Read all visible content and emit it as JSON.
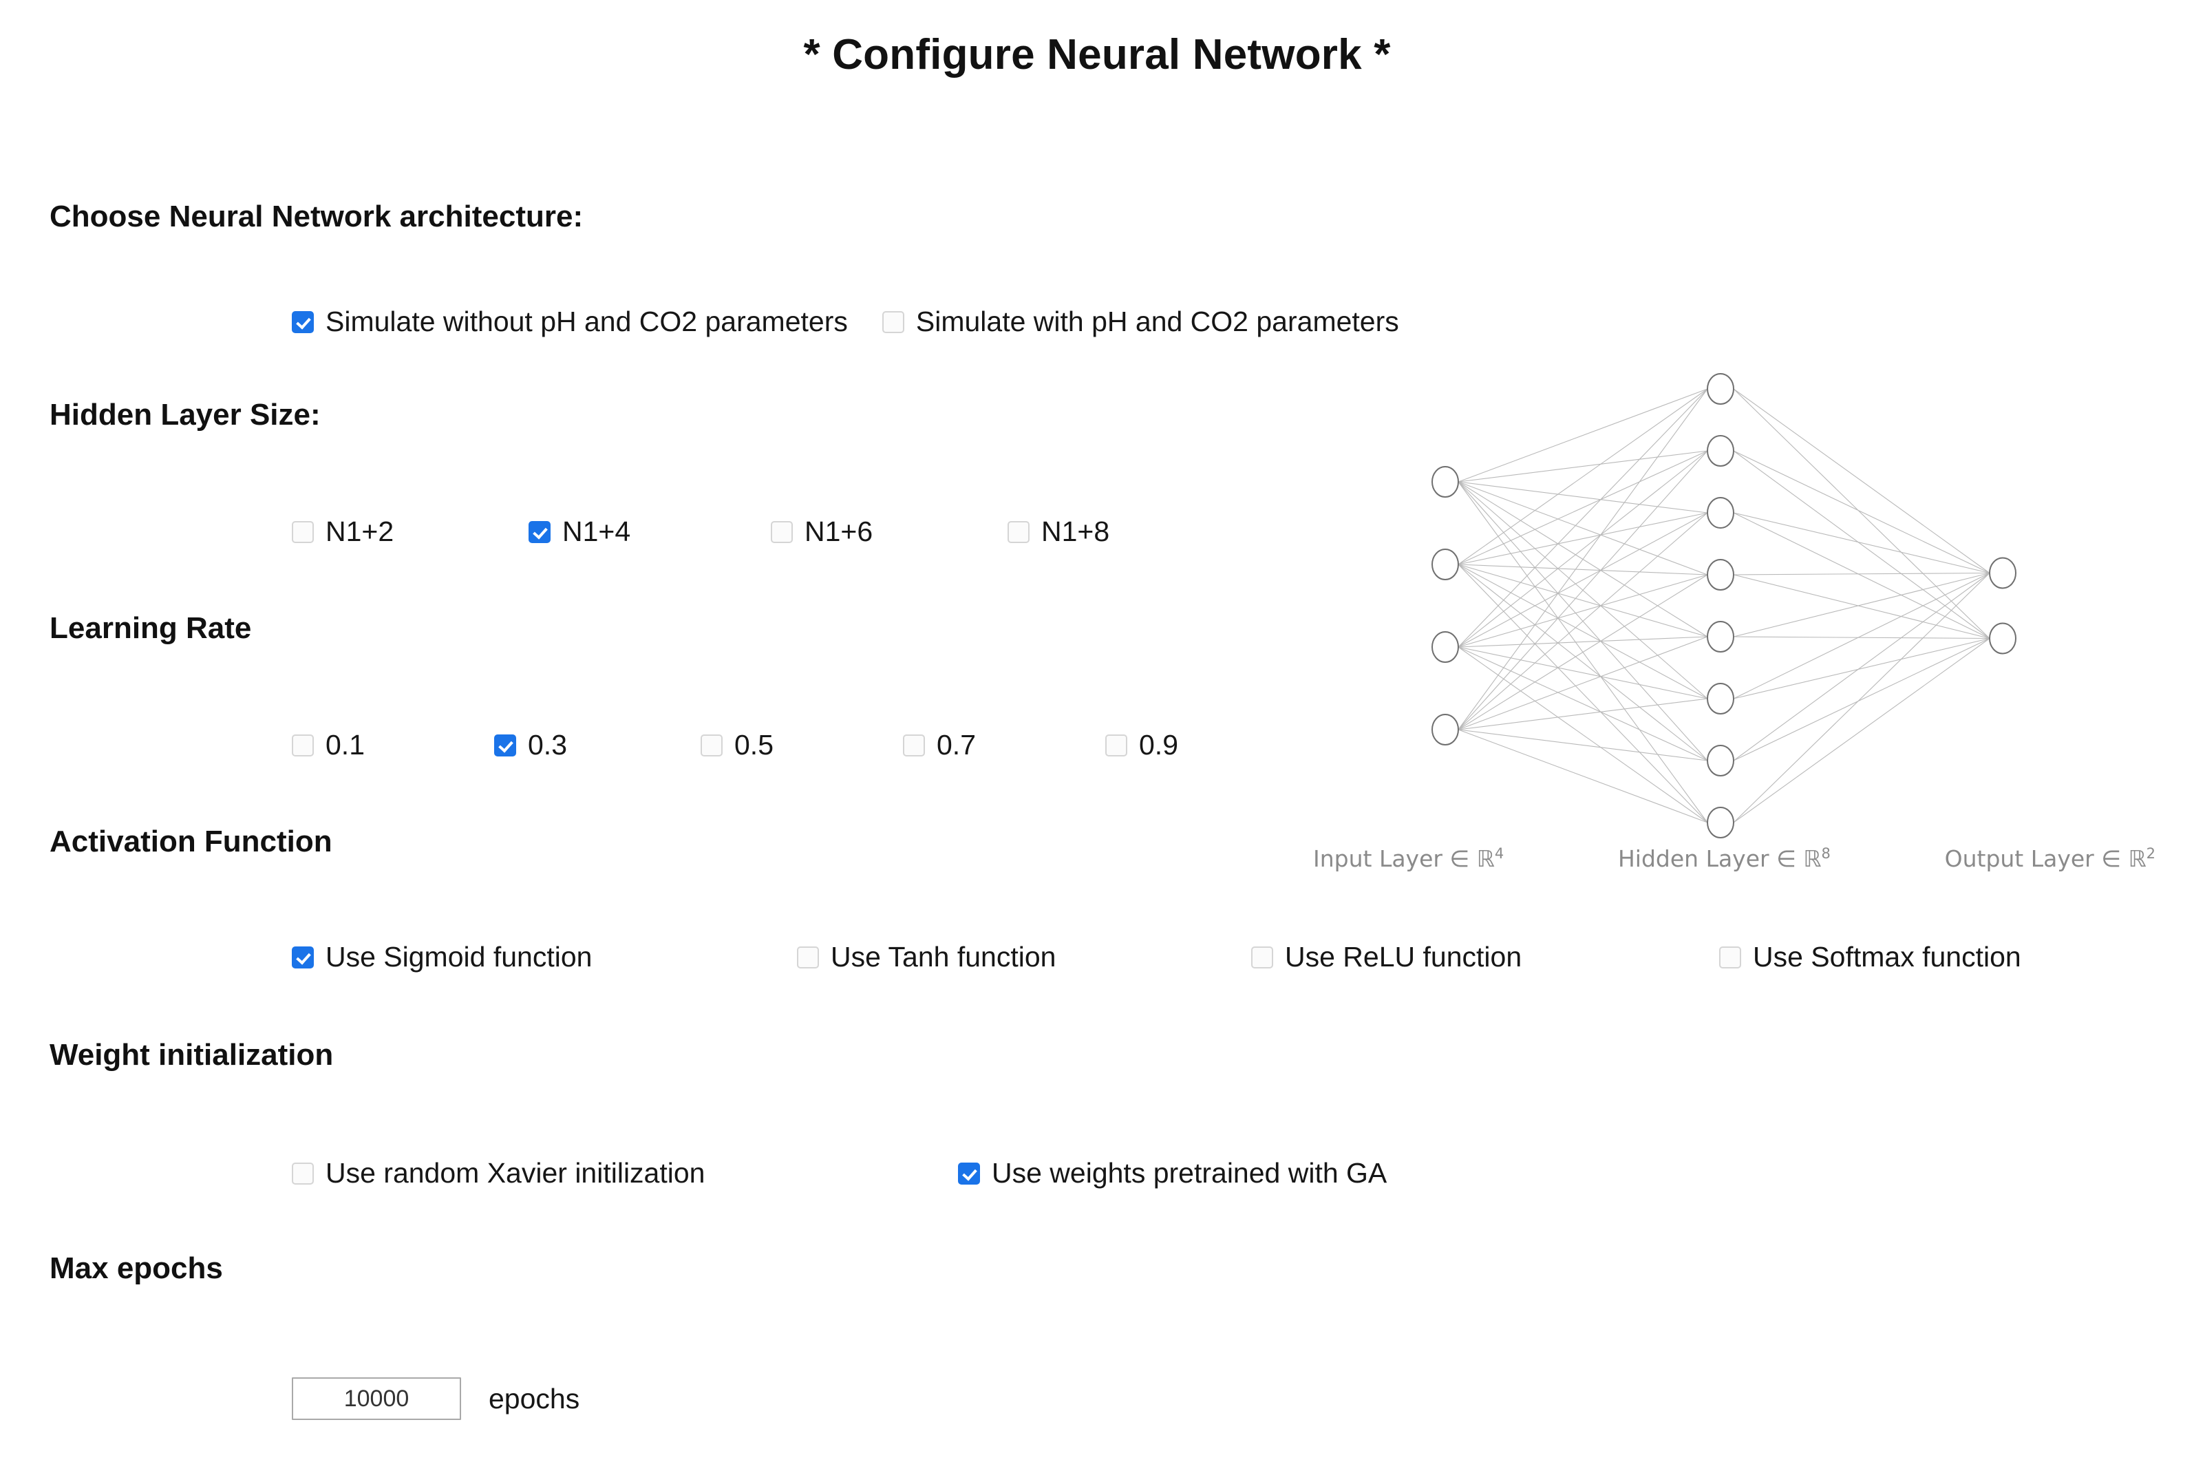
{
  "title": "* Configure Neural Network *",
  "sections": [
    {
      "heading": "Choose Neural Network architecture:",
      "options": [
        {
          "label": "Simulate without pH and CO2 parameters",
          "checked": true
        },
        {
          "label": "Simulate with pH and CO2 parameters",
          "checked": false
        }
      ]
    },
    {
      "heading": "Hidden Layer Size:",
      "options": [
        {
          "label": "N1+2",
          "checked": false
        },
        {
          "label": "N1+4",
          "checked": true
        },
        {
          "label": "N1+6",
          "checked": false
        },
        {
          "label": "N1+8",
          "checked": false
        }
      ]
    },
    {
      "heading": "Learning Rate",
      "options": [
        {
          "label": "0.1",
          "checked": false
        },
        {
          "label": "0.3",
          "checked": true
        },
        {
          "label": "0.5",
          "checked": false
        },
        {
          "label": "0.7",
          "checked": false
        },
        {
          "label": "0.9",
          "checked": false
        }
      ]
    },
    {
      "heading": "Activation Function",
      "options": [
        {
          "label": "Use Sigmoid function",
          "checked": true
        },
        {
          "label": "Use Tanh function",
          "checked": false
        },
        {
          "label": "Use ReLU function",
          "checked": false
        },
        {
          "label": "Use Softmax function",
          "checked": false
        }
      ]
    },
    {
      "heading": "Weight initialization",
      "options": [
        {
          "label": "Use random Xavier initilization",
          "checked": false
        },
        {
          "label": "Use weights pretrained with GA",
          "checked": true
        }
      ]
    },
    {
      "heading": "Max epochs",
      "options": []
    }
  ],
  "epochs": {
    "value": "10000",
    "unit": "epochs"
  },
  "diagram": {
    "input_label": "Input Layer ∈ ℝ",
    "input_sup": "4",
    "hidden_label": "Hidden Layer ∈ ℝ",
    "hidden_sup": "8",
    "output_label": "Output Layer ∈ ℝ",
    "output_sup": "2",
    "input_nodes": 4,
    "hidden_nodes": 8,
    "output_nodes": 2
  },
  "colors": {
    "checkbox_checked": "#1a73e8",
    "checkbox_unchecked_border": "#d5d5d5",
    "text": "#161616",
    "diagram_stroke": "#6f6f6f",
    "diagram_label": "#8a8a8a"
  }
}
